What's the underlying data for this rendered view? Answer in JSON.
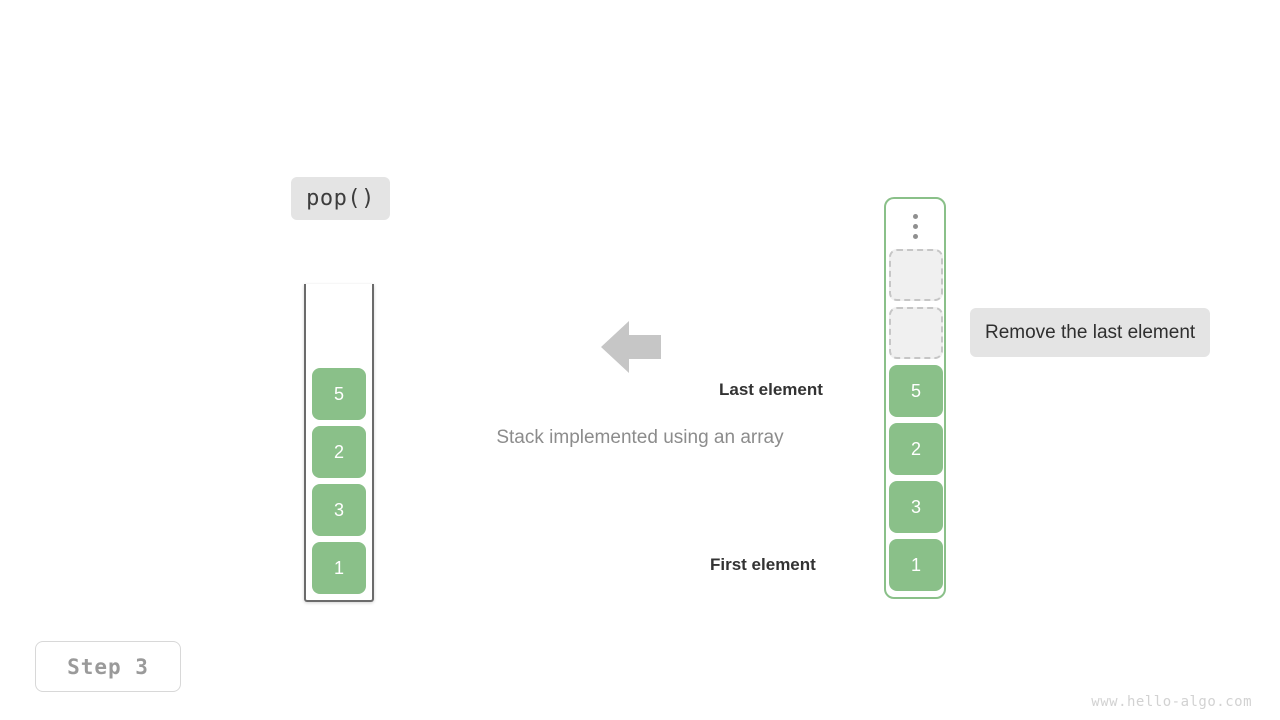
{
  "operation": {
    "label": "pop()"
  },
  "stack_panel": {
    "caption": "Stack implemented using an array",
    "items": [
      {
        "value": "5"
      },
      {
        "value": "2"
      },
      {
        "value": "3"
      },
      {
        "value": "1"
      }
    ]
  },
  "arrow": {
    "icon": "arrow-left-icon",
    "color": "#c6c6c6"
  },
  "array_panel": {
    "ellipsis_icon": "vertical-ellipsis-icon",
    "slots": [
      {
        "value": "",
        "state": "empty"
      },
      {
        "value": "",
        "state": "empty"
      },
      {
        "value": "5",
        "state": "filled"
      },
      {
        "value": "2",
        "state": "filled"
      },
      {
        "value": "3",
        "state": "filled"
      },
      {
        "value": "1",
        "state": "filled"
      }
    ],
    "annotations": {
      "last": "Last element",
      "first": "First element"
    },
    "note": "Remove the last element"
  },
  "footer": {
    "step_label": "Step 3",
    "watermark": "www.hello-algo.com"
  },
  "colors": {
    "element_green": "#8ac089",
    "container_green": "#8ac089",
    "badge_gray": "#e4e4e4",
    "empty_slot_fill": "#f0f0f0",
    "empty_slot_border": "#c6c6c6",
    "caption_gray": "#8c8c8c"
  }
}
